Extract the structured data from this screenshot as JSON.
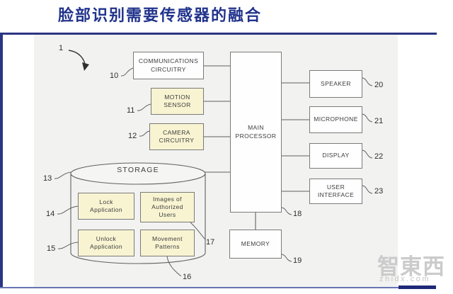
{
  "header": {
    "title": "脸部识别需要传感器的融合"
  },
  "watermark": {
    "logo_text": "智東西",
    "site_text": "zhidx.com"
  },
  "figure": {
    "figure_ref": "1",
    "boxes": {
      "communications": {
        "label": "COMMUNICATIONS\nCIRCUITRY",
        "ref": "10"
      },
      "motion_sensor": {
        "label": "MOTION\nSENSOR",
        "ref": "11"
      },
      "camera_circuitry": {
        "label": "CAMERA\nCIRCUITRY",
        "ref": "12"
      },
      "storage": {
        "label": "STORAGE",
        "ref": "13"
      },
      "lock_application": {
        "label": "Lock\nApplication",
        "ref": "14"
      },
      "unlock_application": {
        "label": "Unlock\nApplication",
        "ref": "15"
      },
      "movement_patterns": {
        "label": "Movement\nPatterns",
        "ref": "16"
      },
      "authorized_images": {
        "label": "Images of\nAuthorized\nUsers",
        "ref": "17"
      },
      "main_processor": {
        "label": "MAIN\nPROCESSOR",
        "ref": "18"
      },
      "memory": {
        "label": "MEMORY",
        "ref": "19"
      },
      "speaker": {
        "label": "SPEAKER",
        "ref": "20"
      },
      "microphone": {
        "label": "MICROPHONE",
        "ref": "21"
      },
      "display": {
        "label": "DISPLAY",
        "ref": "22"
      },
      "user_interface": {
        "label": "USER\nINTERFACE",
        "ref": "23"
      }
    },
    "colors": {
      "accent_navy": "#2b3583",
      "title_navy": "#21338c",
      "bottom_thick_navy": "#1e2a78",
      "highlight_box_fill": "#f8f4d2",
      "plain_box_fill": "#fefefe",
      "box_border": "#7a7a7a",
      "connector_stroke": "#606060",
      "panel_background": "#f2f2f1",
      "watermark_gray": "#cbcbcb"
    }
  }
}
